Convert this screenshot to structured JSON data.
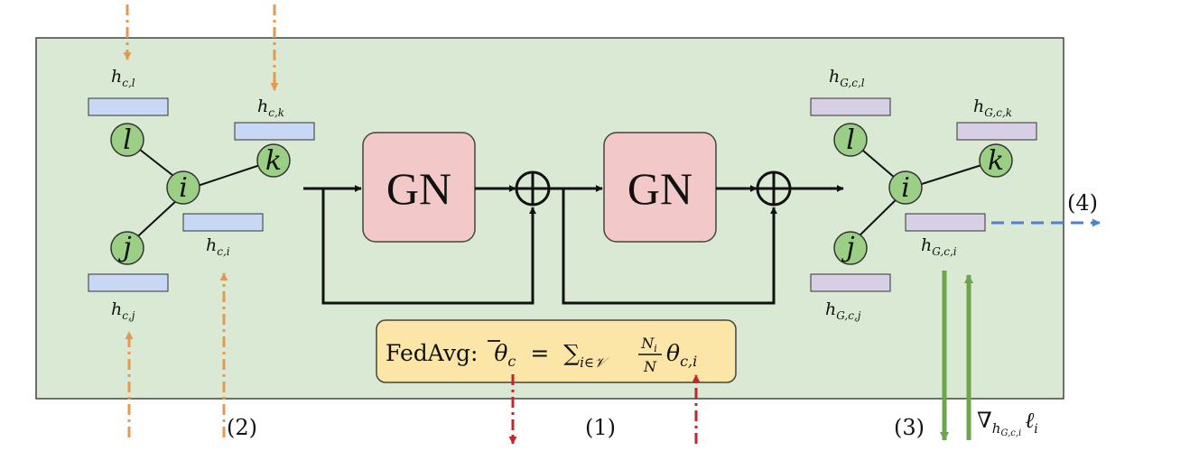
{
  "colors": {
    "panel": "#d9e9d3",
    "panel_border": "#444444",
    "node_fill": "#9ccf86",
    "embed_blue": "#c8d8f4",
    "embed_purple": "#d6cfe6",
    "gn_fill": "#f2c9c8",
    "fedavg_fill": "#fbe6a7",
    "orange": "#e39a50",
    "red": "#c0272d",
    "green": "#6da54d",
    "blue": "#4f7fcf"
  },
  "left_graph": {
    "nodes": {
      "l": "l",
      "i": "i",
      "k": "k",
      "j": "j"
    },
    "labels": {
      "hl": "h",
      "hl_sub": "c,l",
      "hk": "h",
      "hk_sub": "c,k",
      "hi": "h",
      "hi_sub": "c,i",
      "hj": "h",
      "hj_sub": "c,j"
    }
  },
  "right_graph": {
    "nodes": {
      "l": "l",
      "i": "i",
      "k": "k",
      "j": "j"
    },
    "labels": {
      "hl": "h",
      "hl_sub": "G,c,l",
      "hk": "h",
      "hk_sub": "G,c,k",
      "hi": "h",
      "hi_sub": "G,c,i",
      "hj": "h",
      "hj_sub": "G,c,j"
    }
  },
  "blocks": {
    "gn1": "GN",
    "gn2": "GN"
  },
  "fedavg": {
    "label": "FedAvg:",
    "theta": "θ",
    "theta_sub": "c",
    "eq": "=",
    "sum": "∑",
    "sum_sub": "i∈𝒱",
    "frac_num": "N",
    "frac_num_sub": "i",
    "frac_den": "N",
    "theta2": "θ",
    "theta2_sub": "c,i"
  },
  "steps": {
    "s1": "(1)",
    "s2": "(2)",
    "s3": "(3)",
    "s4": "(4)"
  },
  "gradient": {
    "nabla": "∇",
    "h": "h",
    "h_sub": "G,c,i",
    "ell": "ℓ",
    "ell_sub": "i"
  }
}
